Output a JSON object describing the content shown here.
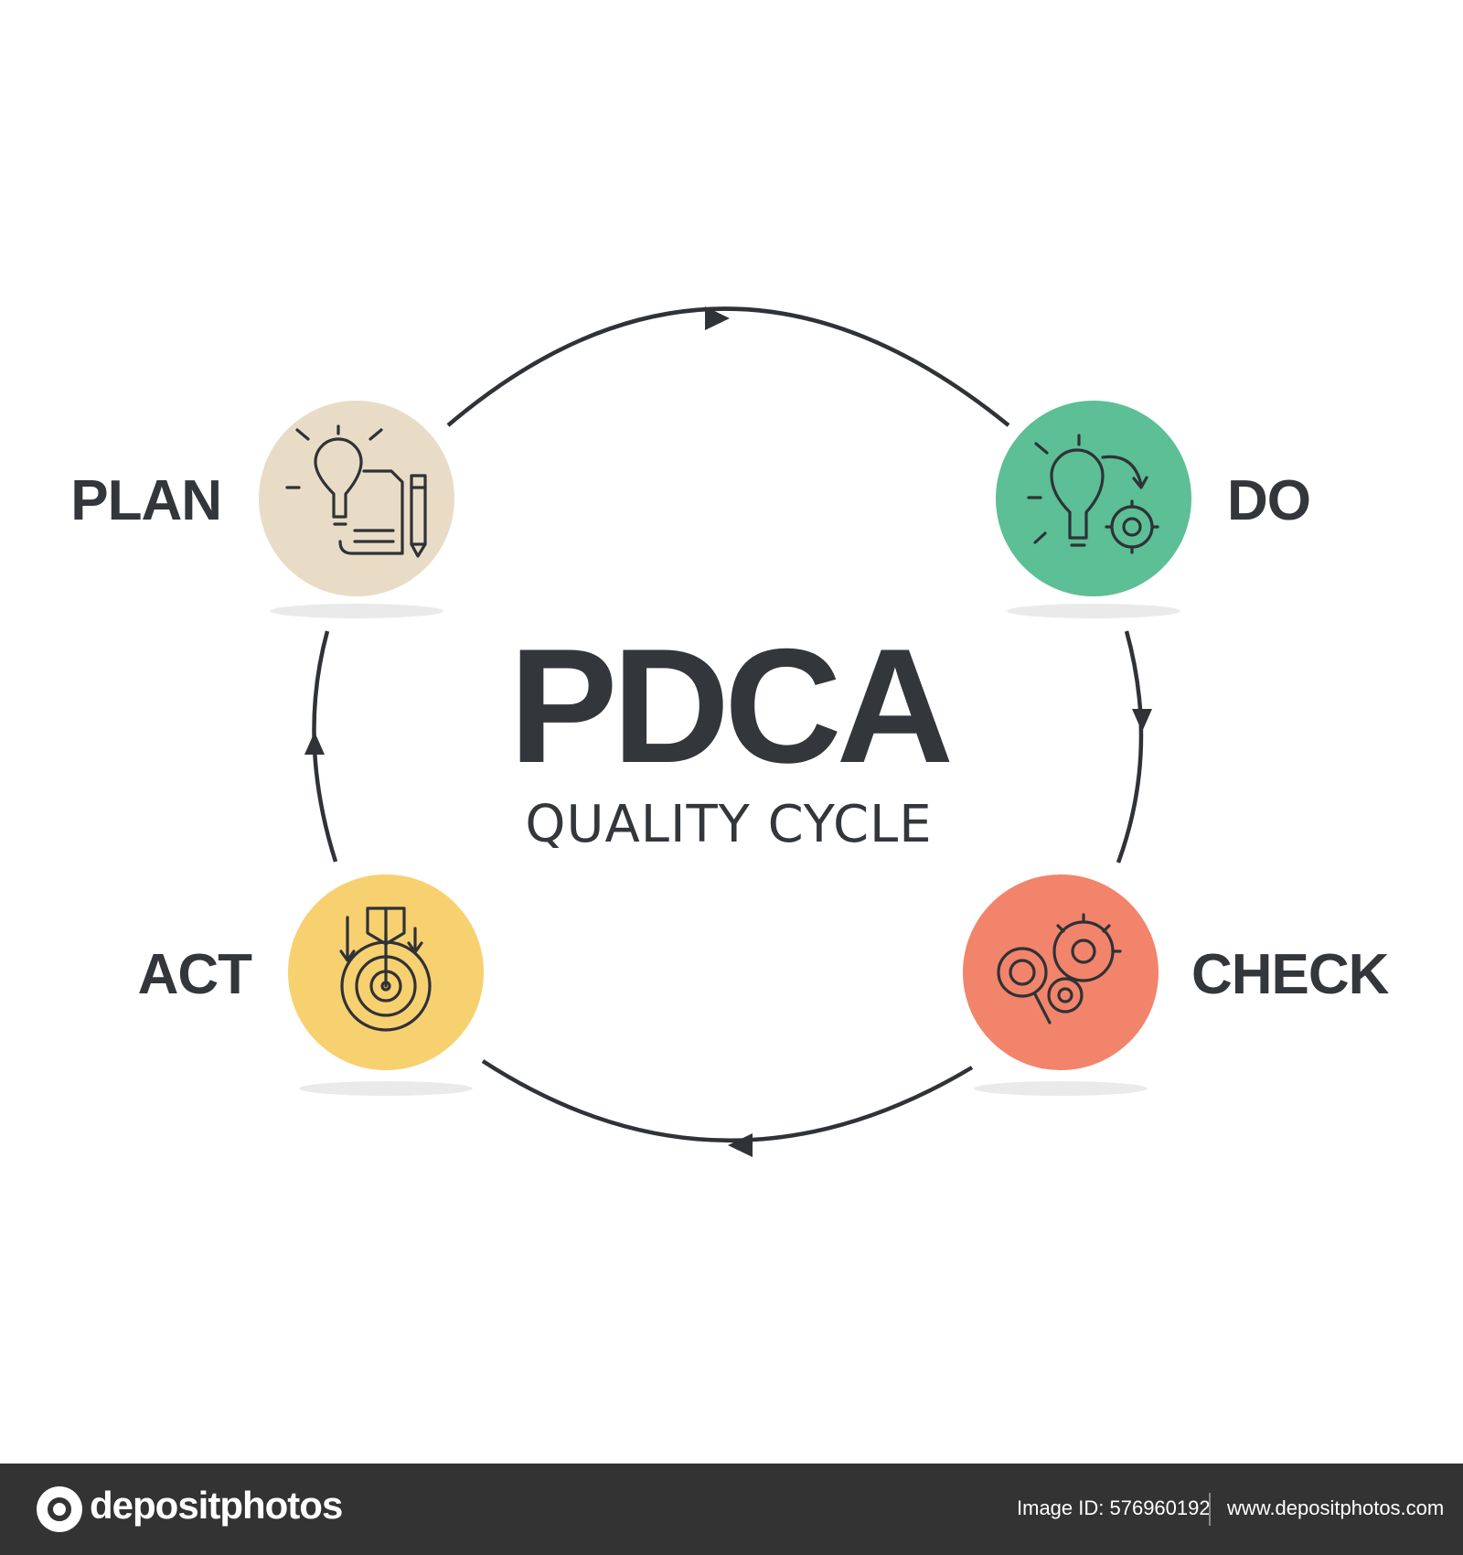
{
  "title": "PDCA",
  "subtitle": "QUALITY CYCLE",
  "stages": [
    {
      "label": "PLAN",
      "color": "#e9dcc6",
      "icon": "lightbulb-document-pencil-icon"
    },
    {
      "label": "DO",
      "color": "#5cbf95",
      "icon": "lightbulb-gear-icon"
    },
    {
      "label": "CHECK",
      "color": "#f2846b",
      "icon": "magnifier-gears-icon"
    },
    {
      "label": "ACT",
      "color": "#f7d070",
      "icon": "target-arrow-icon"
    }
  ],
  "footer": {
    "brand": "depositphotos",
    "image_id": "Image ID: 576960192",
    "url": "www.depositphotos.com"
  }
}
